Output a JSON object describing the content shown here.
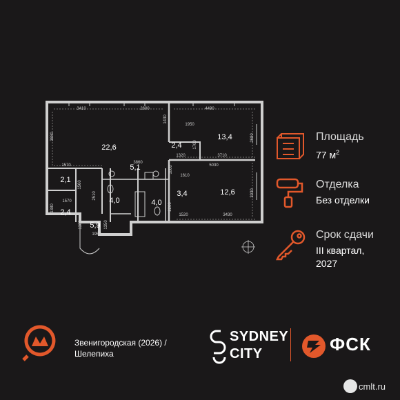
{
  "colors": {
    "background": "#1a1819",
    "accent": "#e2582b",
    "wall": "#cfcfcf",
    "text": "#ffffff"
  },
  "plan": {
    "rooms": [
      {
        "id": "living",
        "area": "22,6"
      },
      {
        "id": "bedroom-top",
        "area": "13,4"
      },
      {
        "id": "wardrobe",
        "area": "2,4"
      },
      {
        "id": "hall",
        "area": "5,1"
      },
      {
        "id": "room-2-1",
        "area": "2,1"
      },
      {
        "id": "room-2-4",
        "area": "2,4"
      },
      {
        "id": "bath-4-0a",
        "area": "4,0"
      },
      {
        "id": "bath-4-0b",
        "area": "4,0"
      },
      {
        "id": "room-3-4",
        "area": "3,4"
      },
      {
        "id": "bedroom-bottom",
        "area": "12,6"
      },
      {
        "id": "room-5-9",
        "area": "5,9"
      }
    ],
    "dimensions": [
      "3410",
      "2600",
      "4490",
      "1430",
      "1950",
      "3880",
      "1700",
      "2680",
      "1320",
      "3710",
      "1570",
      "3860",
      "1000",
      "5030",
      "1610",
      "1560",
      "2510",
      "3030",
      "1570",
      "1380",
      "2200",
      "1520",
      "3430",
      "1380",
      "1950",
      "1350"
    ]
  },
  "info": {
    "area_label": "Площадь",
    "area_value": "77 м",
    "area_sup": "2",
    "finish_label": "Отделка",
    "finish_value": "Без отделки",
    "deadline_label": "Срок сдачи",
    "deadline_value_1": "III квартал,",
    "deadline_value_2": "2027"
  },
  "icons": {
    "area": "area-plan-icon",
    "finish": "paint-roller-icon",
    "deadline": "key-icon",
    "metro": "metro-icon",
    "fsk": "fsk-logo-icon"
  },
  "footer": {
    "metro_line_1": "Звенигородская (2026) /",
    "metro_line_2": "Шелепиха",
    "brand_line_1": "SYDNEY",
    "brand_line_2": "CITY",
    "developer": "ФСК",
    "watermark": "cmlt.ru"
  }
}
